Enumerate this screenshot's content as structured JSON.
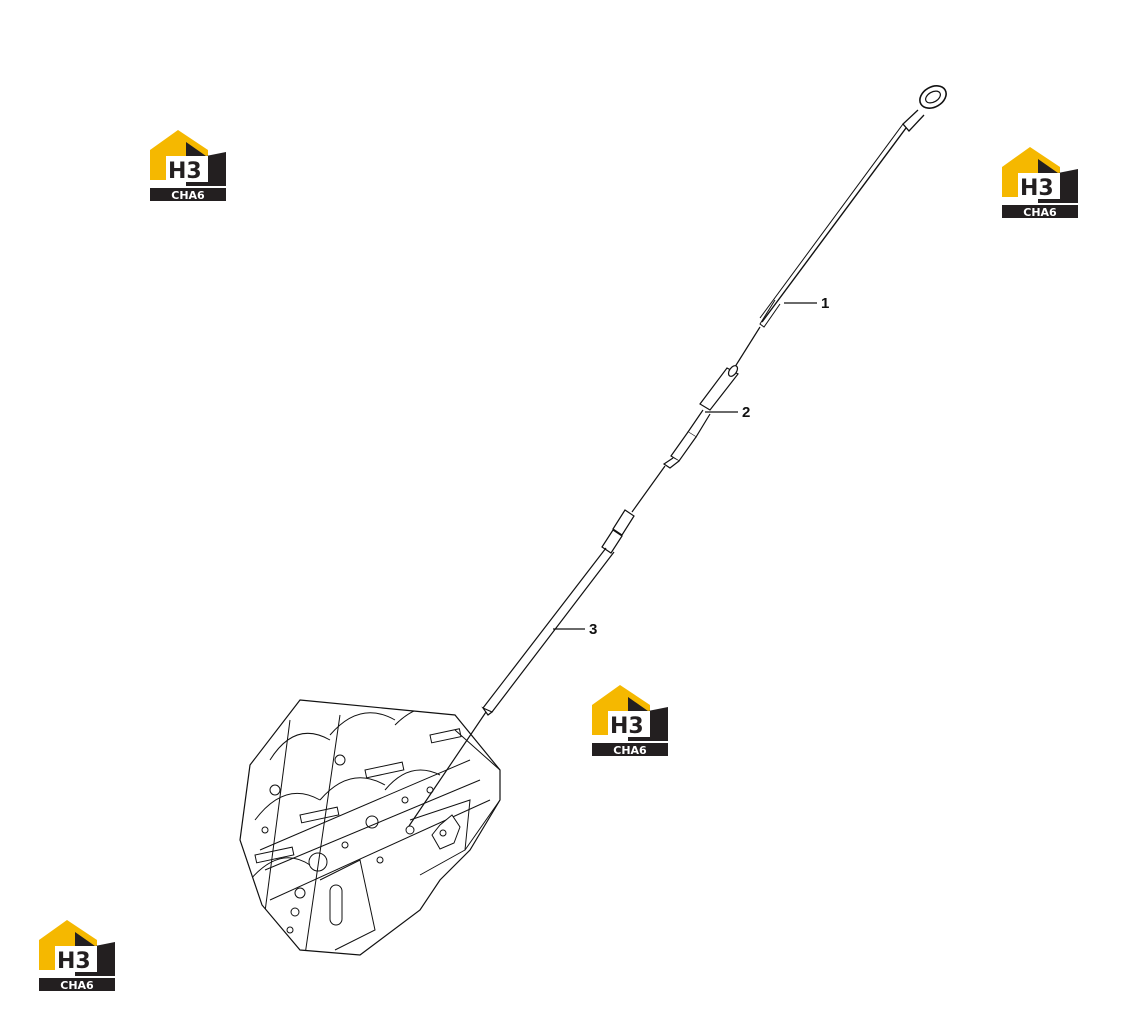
{
  "diagram": {
    "callouts": [
      {
        "label": "1"
      },
      {
        "label": "2"
      },
      {
        "label": "3"
      }
    ]
  },
  "watermark": {
    "mark_text": "H3",
    "caption_text": "CHA6",
    "colors": {
      "gold": "#f5b800",
      "dark": "#231f20"
    }
  }
}
